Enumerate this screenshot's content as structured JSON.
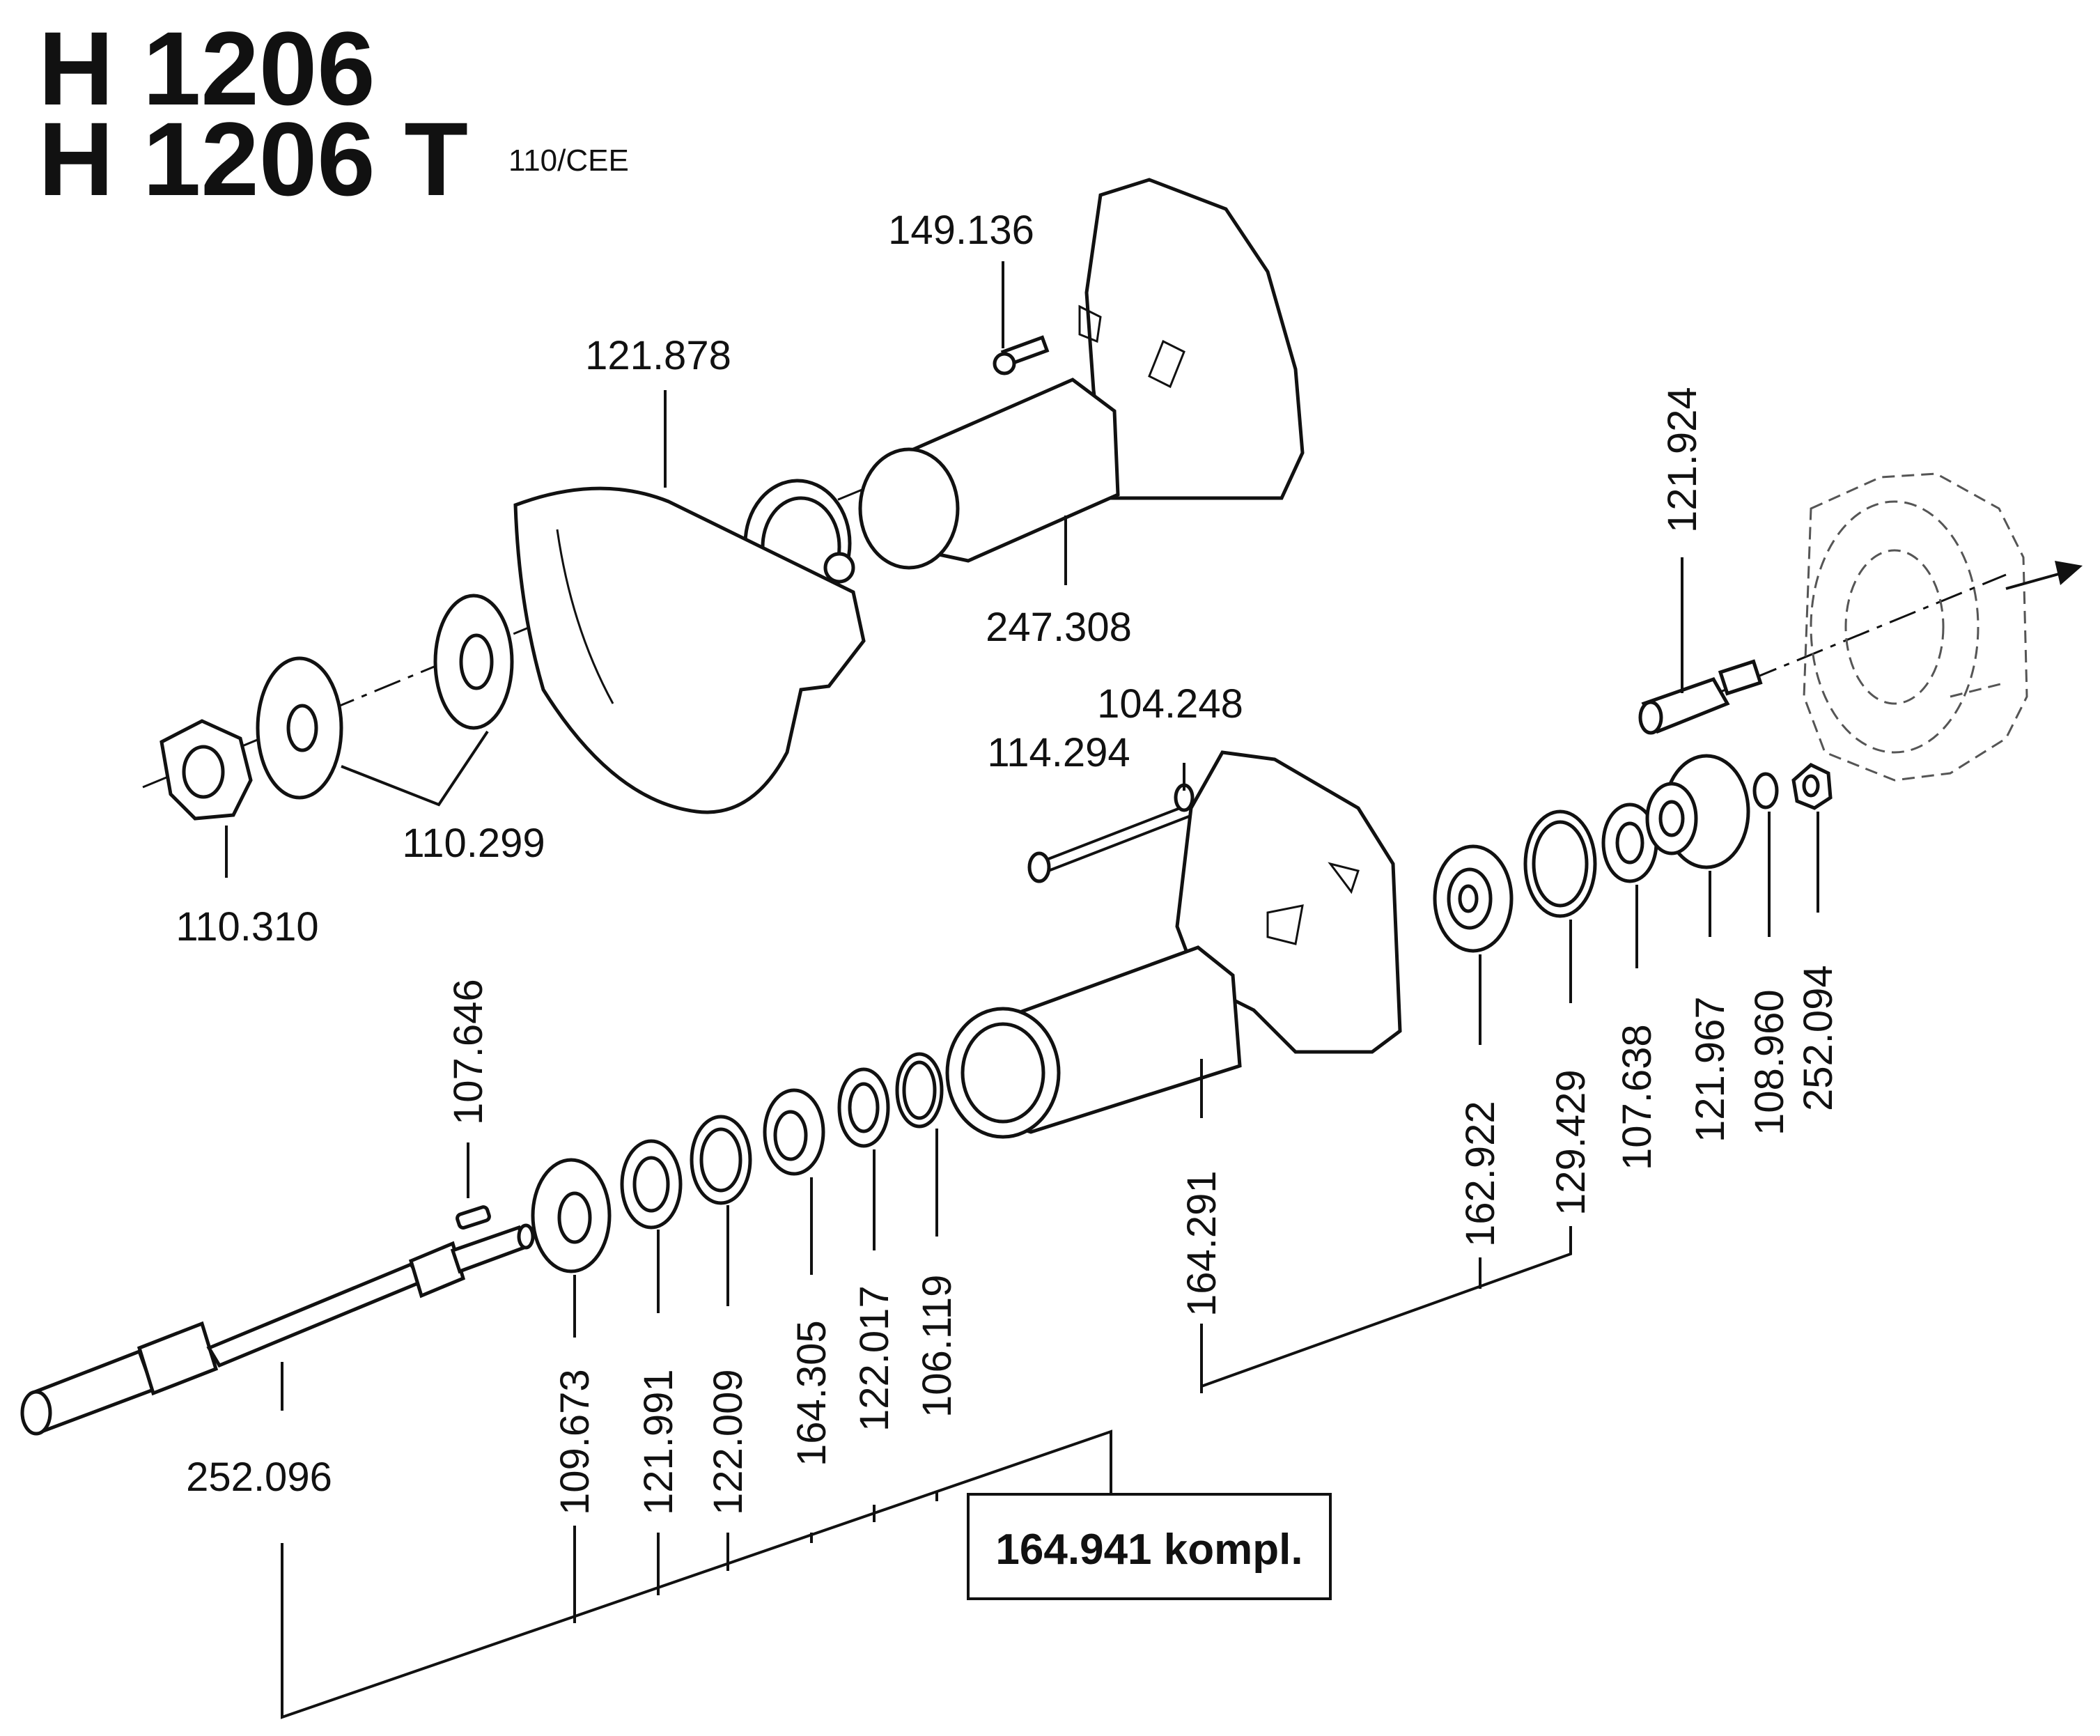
{
  "title": {
    "line1": "H 1206",
    "line2": "H 1206 T",
    "variant": "110/CEE"
  },
  "parts": {
    "p149_136": "149.136",
    "p121_878": "121.878",
    "p247_308": "247.308",
    "p121_924": "121.924",
    "p104_248": "104.248",
    "p114_294": "114.294",
    "p110_299": "110.299",
    "p110_310": "110.310",
    "p107_646": "107.646",
    "p252_096": "252.096",
    "p109_673": "109.673",
    "p121_991": "121.991",
    "p122_009": "122.009",
    "p164_305": "164.305",
    "p122_017": "122.017",
    "p106_119": "106.119",
    "p164_291": "164.291",
    "p162_922": "162.922",
    "p129_429": "129.429",
    "p107_638": "107.638",
    "p121_967": "121.967",
    "p108_960": "108.960",
    "p252_094": "252.094"
  },
  "kit": {
    "label": "164.941 kompl."
  }
}
